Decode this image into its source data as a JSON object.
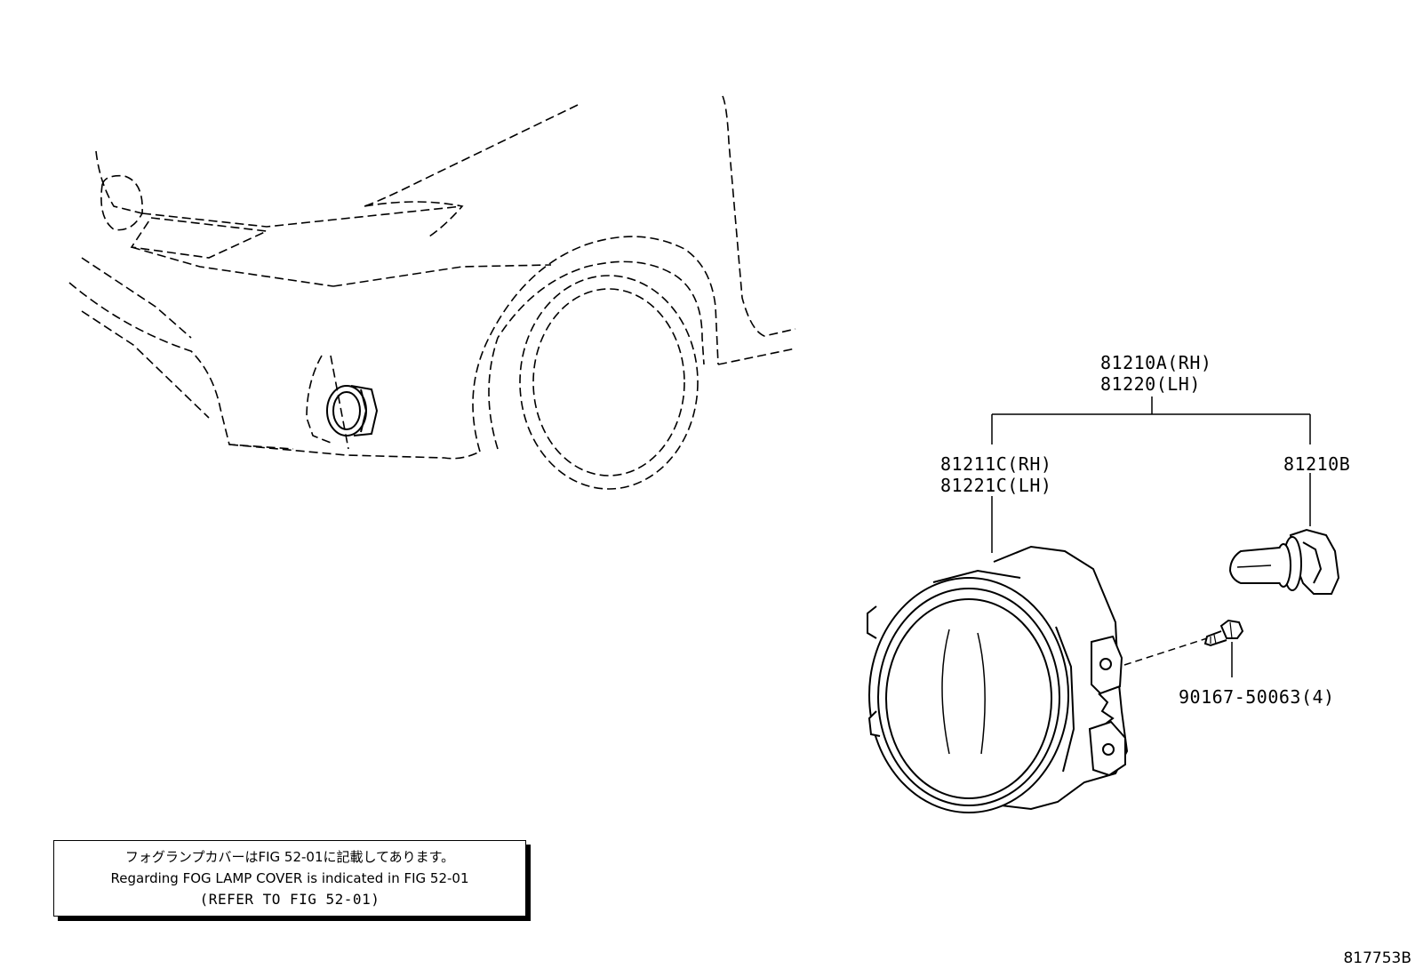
{
  "parts": {
    "fog_lamp_assy": [
      "81210A(RH)",
      "81220(LH)"
    ],
    "unit_sub_assy": [
      "81211C(RH)",
      "81221C(LH)"
    ],
    "bulb": "81210B",
    "screw": "90167-50063(4)"
  },
  "note": {
    "line_jp": "フォグランプカバーはFIG 52-01に記載してあります。",
    "line_en": "Regarding FOG LAMP COVER is indicated in FIG 52-01",
    "line_ref": "(REFER TO FIG 52-01)"
  },
  "figure_id": "817753B",
  "icons": {
    "vehicle": "vehicle-front-outline-icon",
    "fog_lamp": "fog-lamp-housing-icon",
    "bulb": "halogen-bulb-icon",
    "screw": "screw-icon"
  }
}
